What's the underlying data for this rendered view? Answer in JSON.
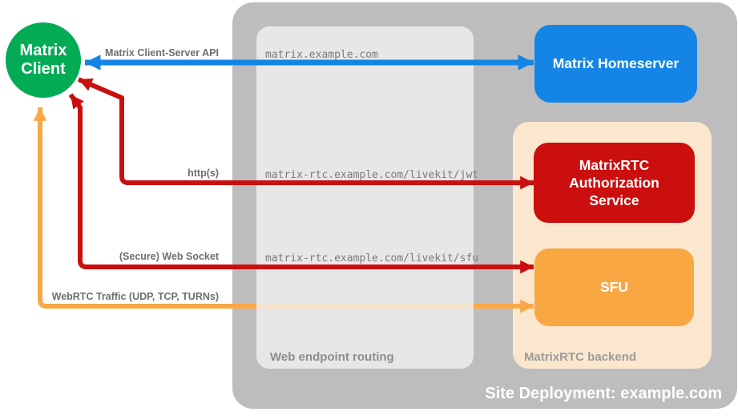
{
  "client": {
    "label": "Matrix\nClient"
  },
  "deployment": {
    "caption": "Site Deployment: example.com"
  },
  "routing": {
    "caption": "Web endpoint routing",
    "endpoints": [
      "matrix.example.com",
      "matrix-rtc.example.com/livekit/jwt",
      "matrix-rtc.example.com/livekit/sfu"
    ]
  },
  "backend": {
    "caption": "MatrixRTC backend"
  },
  "nodes": {
    "homeserver": "Matrix Homeserver",
    "auth_service": "MatrixRTC Authorization Service",
    "sfu": "SFU"
  },
  "connections": {
    "client_server_api": {
      "label": "Matrix Client-Server API",
      "color": "#1485e6",
      "bidirectional": true
    },
    "http": {
      "label": "http(s)",
      "color": "#c90f0f",
      "bidirectional": true
    },
    "websocket": {
      "label": "(Secure) Web Socket",
      "color": "#c90f0f",
      "bidirectional": true
    },
    "webrtc": {
      "label": "WebRTC Traffic (UDP, TCP, TURNs)",
      "color": "#f9a847",
      "bidirectional": true
    }
  },
  "colors": {
    "client_green": "#03ab55",
    "homeserver_blue": "#1485e6",
    "auth_red": "#cb0e0e",
    "sfu_orange": "#f9a743",
    "backend_peach": "#fbe6ce",
    "deployment_gray": "#bdbdbd",
    "routing_gray": "#f1f1f1"
  }
}
